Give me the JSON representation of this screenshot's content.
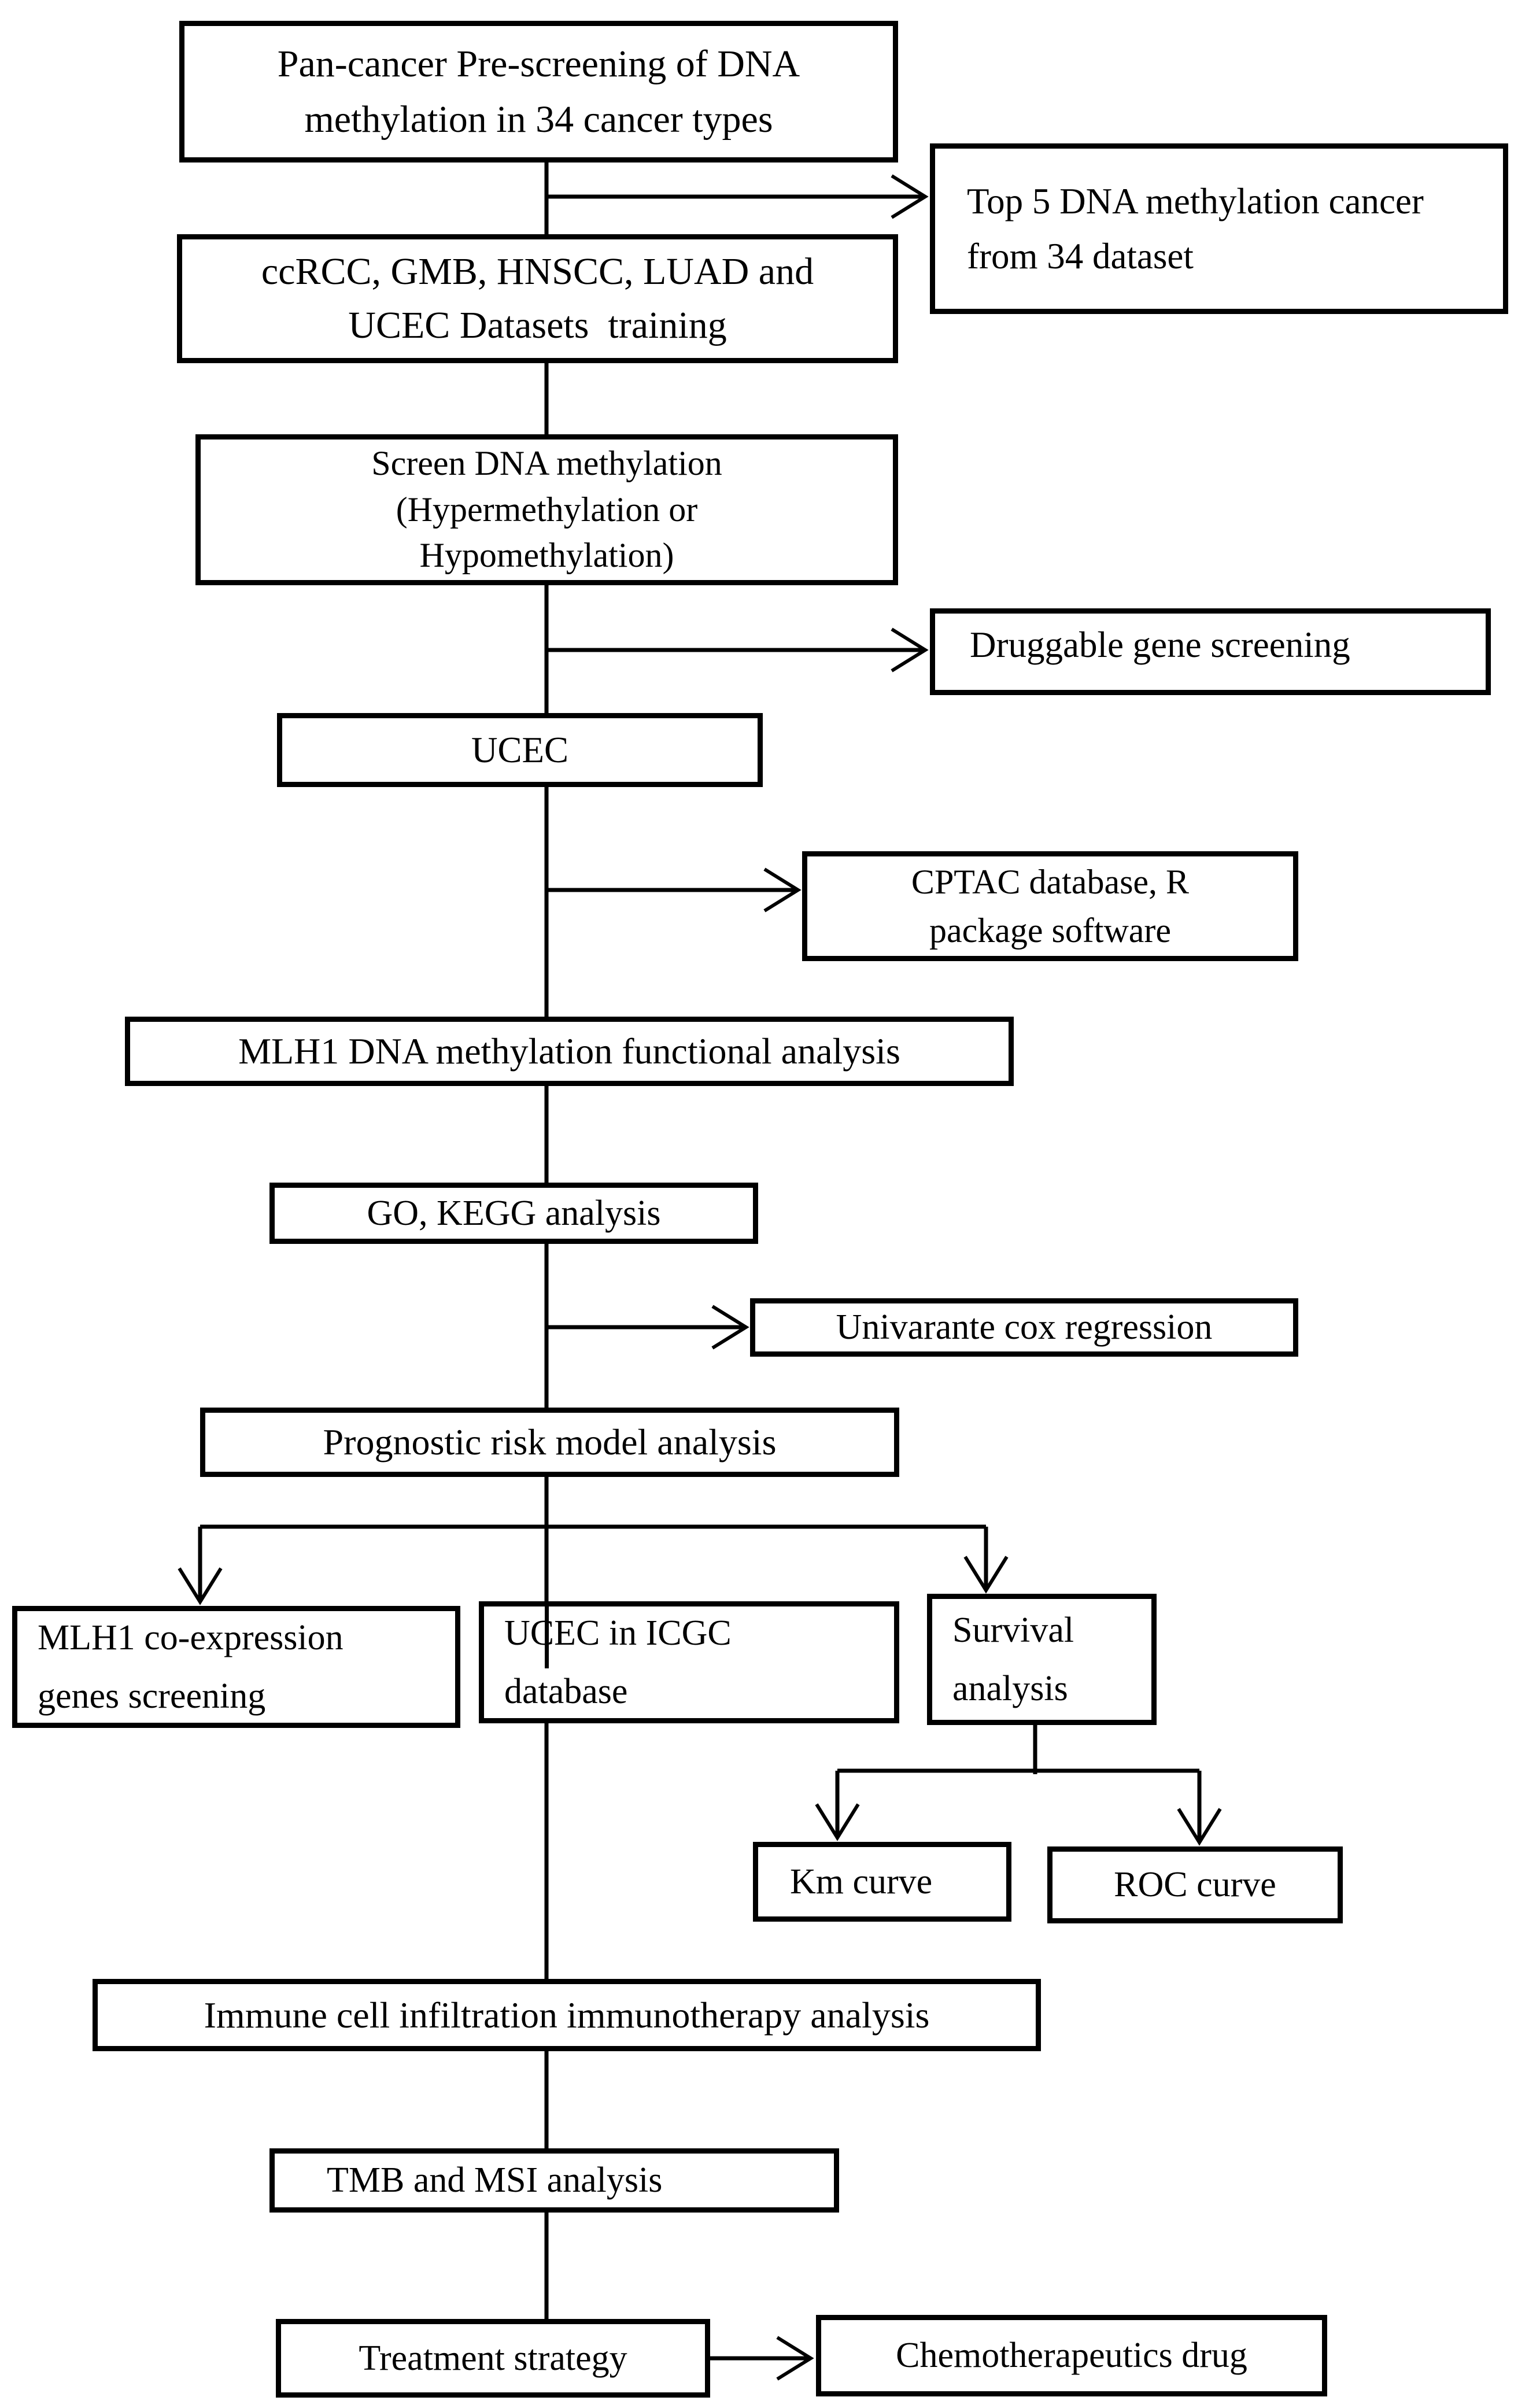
{
  "colors": {
    "border": "#000000",
    "background": "#ffffff",
    "text": "#000000"
  },
  "nodes": {
    "pan_cancer": {
      "lines": [
        "Pan-cancer Pre-screening of DNA",
        "methylation in 34 cancer types"
      ]
    },
    "top5": {
      "lines": [
        "Top 5 DNA methylation cancer",
        "from 34 dataset"
      ]
    },
    "datasets": {
      "lines": [
        "ccRCC, GMB, HNSCC, LUAD and",
        "UCEC Datasets  training"
      ]
    },
    "screen": {
      "lines": [
        "Screen DNA methylation",
        "(Hypermethylation or",
        "Hypomethylation)"
      ]
    },
    "druggable": {
      "label": "Druggable gene screening"
    },
    "ucec": {
      "label": "UCEC"
    },
    "cptac": {
      "lines": [
        "CPTAC database, R",
        "package software"
      ]
    },
    "mlh1_functional": {
      "label": "MLH1 DNA methylation functional analysis"
    },
    "go_kegg": {
      "label": "GO, KEGG analysis"
    },
    "cox": {
      "label": "Univarante cox regression"
    },
    "prognostic": {
      "label": "Prognostic risk model analysis"
    },
    "coexpression": {
      "lines": [
        "MLH1 co-expression",
        "genes screening"
      ]
    },
    "icgc": {
      "lines": [
        "UCEC in ICGC",
        "database"
      ]
    },
    "survival": {
      "lines": [
        "Survival",
        "analysis"
      ]
    },
    "km": {
      "label": "Km curve"
    },
    "roc": {
      "label": "ROC curve"
    },
    "immune": {
      "label": "Immune cell infiltration immunotherapy analysis"
    },
    "tmb_msi": {
      "label": "TMB and MSI analysis"
    },
    "treatment": {
      "label": "Treatment strategy"
    },
    "chemo": {
      "label": "Chemotherapeutics drug"
    }
  }
}
